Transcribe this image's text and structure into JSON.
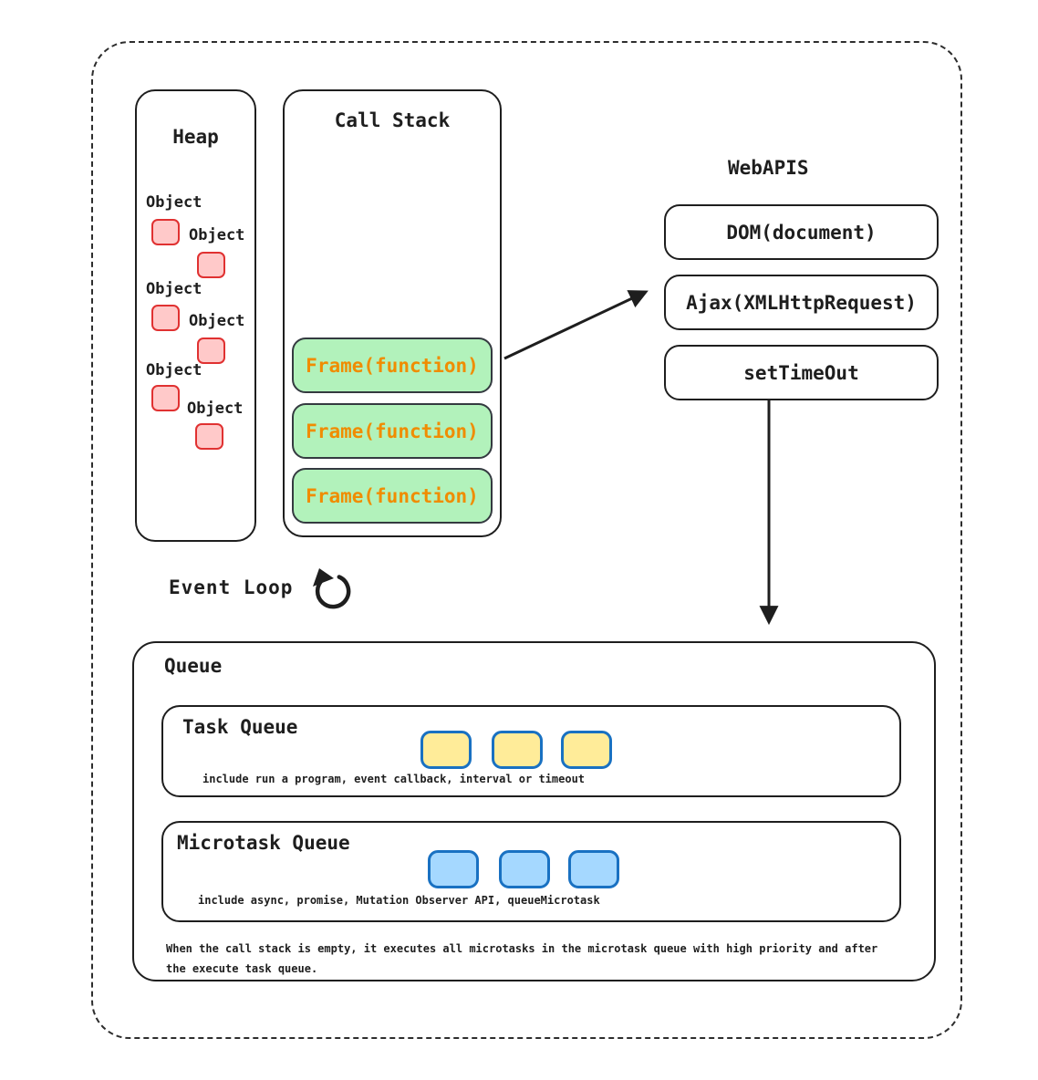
{
  "heap": {
    "title": "Heap",
    "objects": [
      "Object",
      "Object",
      "Object",
      "Object",
      "Object",
      "Object"
    ]
  },
  "call_stack": {
    "title": "Call Stack",
    "frames": [
      "Frame(function)",
      "Frame(function)",
      "Frame(function)"
    ]
  },
  "web_apis": {
    "title": "WebAPIS",
    "items": [
      "DOM(document)",
      "Ajax(XMLHttpRequest)",
      "setTimeOut"
    ]
  },
  "event_loop": {
    "label": "Event Loop",
    "icon": "loop-arrow-icon"
  },
  "queue": {
    "title": "Queue",
    "task_queue": {
      "title": "Task Queue",
      "chip_count": 3,
      "description": "include run a program, event callback, interval or timeout"
    },
    "microtask_queue": {
      "title": "Microtask Queue",
      "chip_count": 3,
      "description": "include async, promise, Mutation Observer API, queueMicrotask"
    },
    "note": "When the call stack is empty, it executes all microtasks in the microtask queue with high priority and after the execute task queue."
  },
  "colors": {
    "ink": "#1e1e1e",
    "frame_fill": "#b2f2bb",
    "frame_text": "#f08c00",
    "heap_object_fill": "#ffc9c9",
    "heap_object_border": "#e03131",
    "task_chip_fill": "#ffec99",
    "microtask_chip_fill": "#a5d8ff",
    "queue_chip_border": "#1971c2"
  }
}
